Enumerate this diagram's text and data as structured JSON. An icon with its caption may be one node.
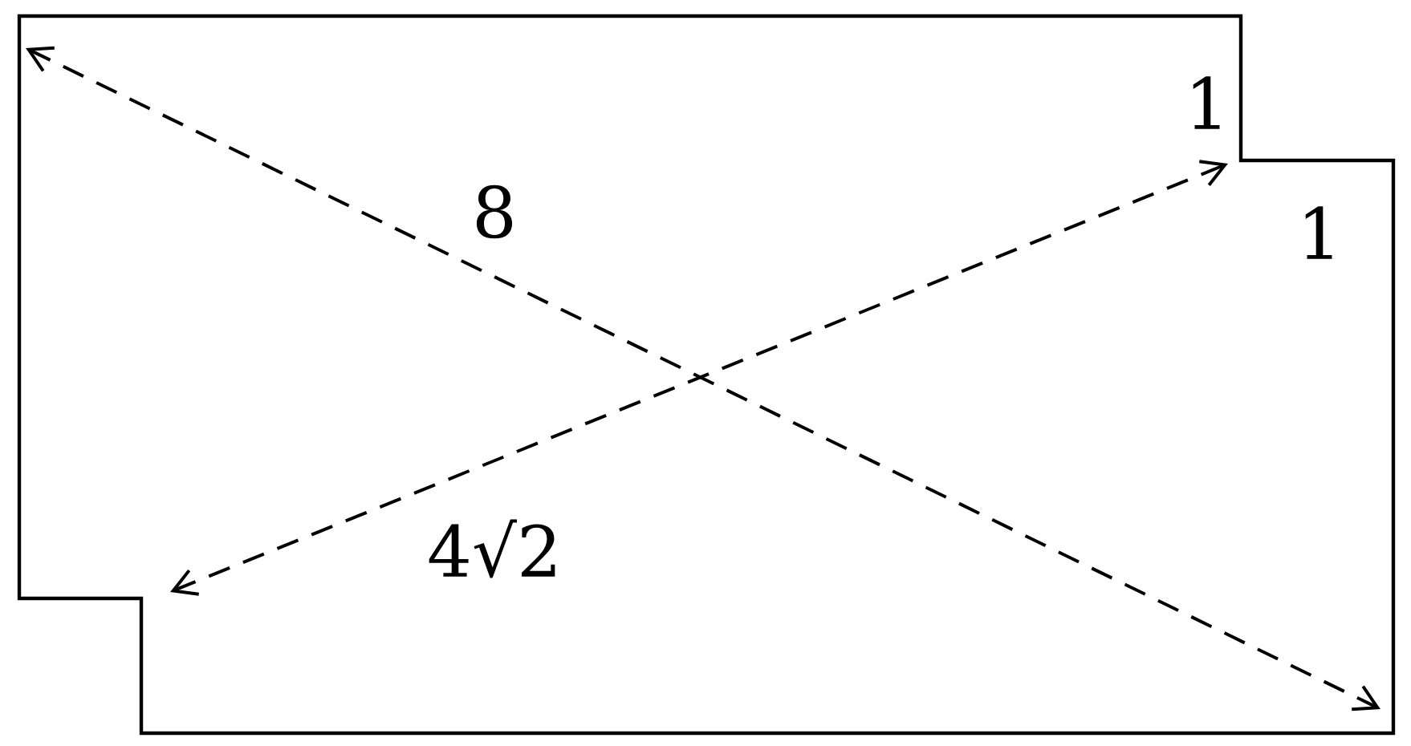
{
  "diagram": {
    "labels": [
      "1",
      "8",
      "1",
      "4√2"
    ]
  }
}
